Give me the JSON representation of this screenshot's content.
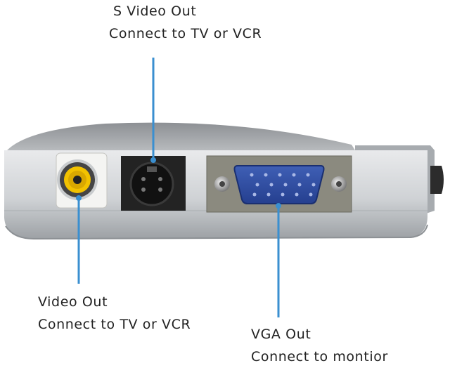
{
  "annotations": {
    "svideo": {
      "title": "S Video Out",
      "subtitle": "Connect to TV or VCR"
    },
    "video": {
      "title": "Video Out",
      "subtitle": "Connect to TV or VCR"
    },
    "vga": {
      "title": "VGA Out",
      "subtitle": "Connect to montior"
    }
  },
  "colors": {
    "leader_line": "#3a8fd0",
    "case_silver": "#c9cccf",
    "rca_yellow": "#f2c200"
  }
}
